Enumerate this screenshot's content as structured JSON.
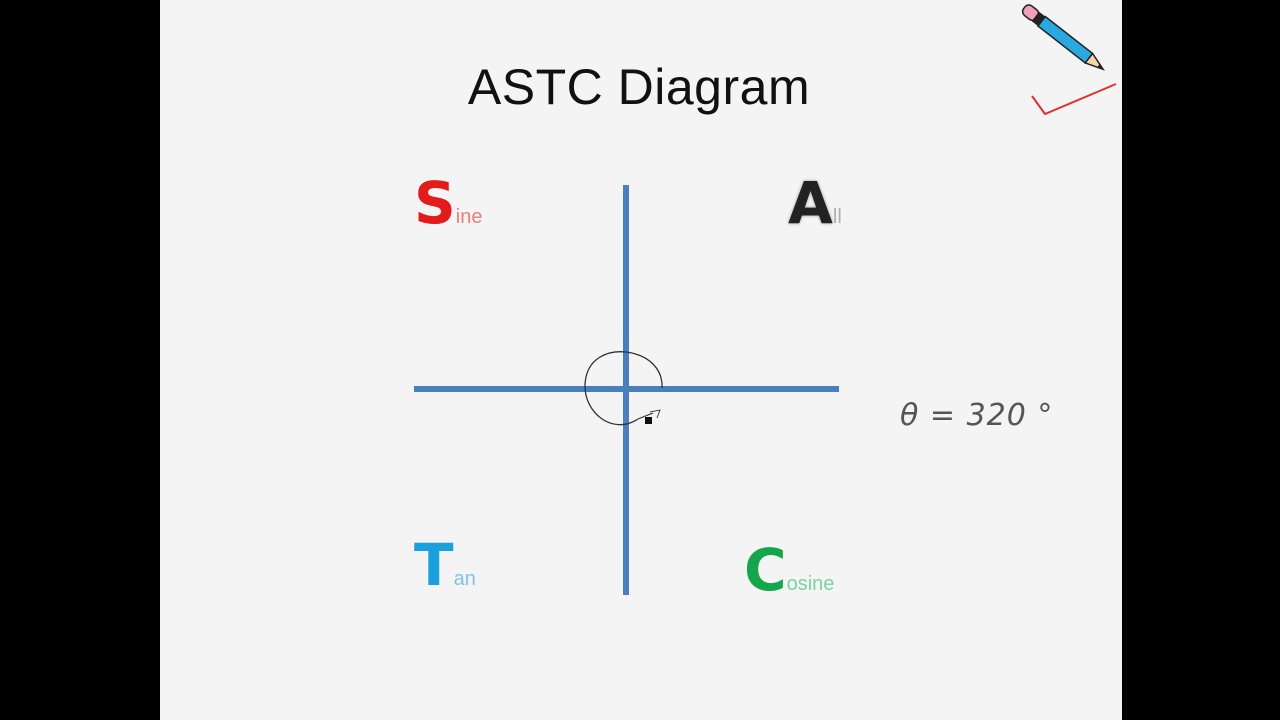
{
  "slide": {
    "title": "ASTC Diagram"
  },
  "quadrants": {
    "sine": {
      "letter": "S",
      "rest": "ine",
      "color": "#e31b1b"
    },
    "all": {
      "letter": "A",
      "rest": "ll",
      "color": "#222222"
    },
    "tan": {
      "letter": "T",
      "rest": "an",
      "color": "#1aa0dd"
    },
    "cosine": {
      "letter": "C",
      "rest": "osine",
      "color": "#14a64a"
    }
  },
  "axes": {
    "color": "#4a7fbd"
  },
  "annotation": {
    "text": "θ = 320 °"
  },
  "icons": [
    "pencil-icon",
    "red-tick-mark",
    "cursor-icon"
  ]
}
